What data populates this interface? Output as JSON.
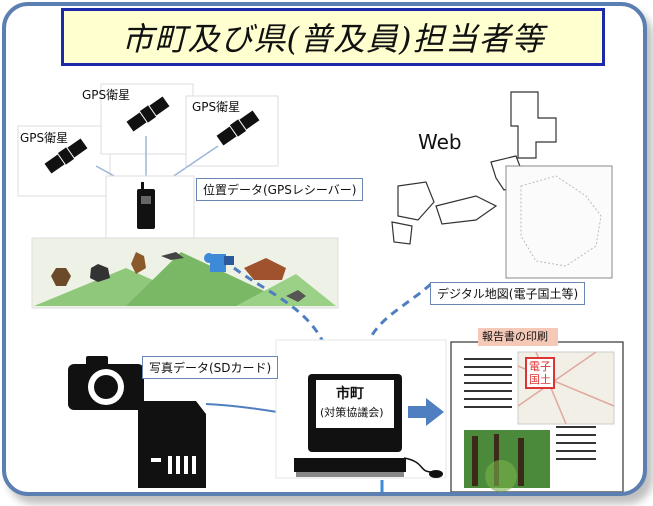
{
  "title": "市町及び県(普及員)担当者等",
  "satellites": [
    {
      "label": "GPS衛星"
    },
    {
      "label": "GPS衛星"
    },
    {
      "label": "GPS衛星"
    }
  ],
  "gps_label": "位置データ(GPSレシーバー)",
  "web_label": "Web",
  "map_label": "デジタル地図(電子国土等)",
  "photo_label": "写真データ(SDカード)",
  "pc_title": "市町",
  "pc_subtitle": "(対策協議会)",
  "report_tag": "報告書の印刷",
  "stamp_text": "電子国土",
  "colors": {
    "frame": "#5b7fb0",
    "title_bg": "#ffffd0",
    "title_border": "#1a2aa8",
    "arrow": "#4f7fc0",
    "report_tag": "#f5c9b8",
    "land": "#8fc87a"
  }
}
